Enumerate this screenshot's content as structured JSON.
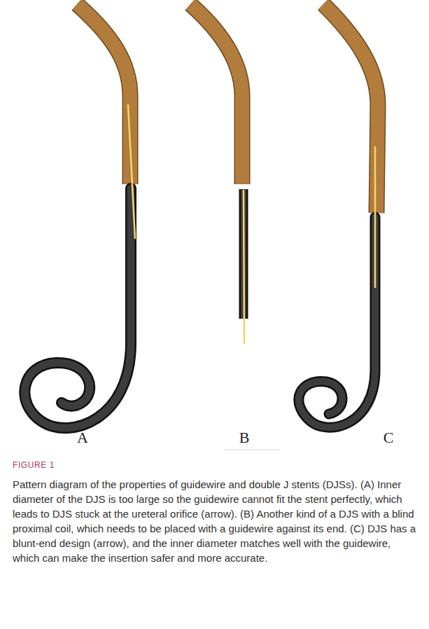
{
  "diagram": {
    "title": "FIGURE 1",
    "caption": "Pattern diagram of the properties of guidewire and double J stents (DJSs). (A) Inner diameter of the DJS is too large so the guidewire cannot fit the stent perfectly, which leads to DJS stuck at the ureteral orifice (arrow). (B) Another kind of a DJS with a blind proximal coil, which needs to be placed with a guidewire against its end. (C) DJS has a blunt-end design (arrow), and the inner diameter matches well with the guidewire, which can make the insertion safer and more accurate.",
    "labels": [
      "A",
      "B",
      "C"
    ]
  }
}
